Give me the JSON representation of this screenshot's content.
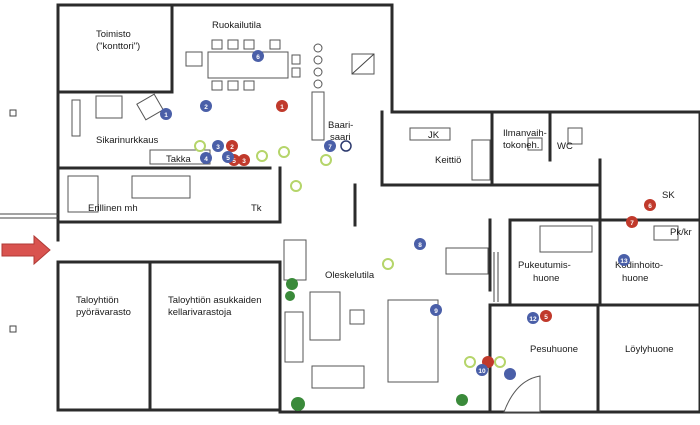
{
  "rooms": {
    "toimisto_line1": "Toimisto",
    "toimisto_line2": "(\"konttori\")",
    "ruokailutila": "Ruokailutila",
    "baari_line1": "Baari-",
    "baari_line2": "saari",
    "sikarinurkkaus": "Sikarinurkkaus",
    "takka": "Takka",
    "jk": "JK",
    "keittio": "Keittiö",
    "ilmanvaihto_line1": "Ilmanvaih-",
    "ilmanvaihto_line2": "tokoneh.",
    "wc": "WC",
    "sk": "SK",
    "pkkr": "Pk/kr",
    "erillinen": "Erillinen mh",
    "tk": "Tk",
    "oleskelutila": "Oleskelutila",
    "pukeutumis_line1": "Pukeutumis-",
    "pukeutumis_line2": "huone",
    "kodinhoito_line1": "Kodinhoito-",
    "kodinhoito_line2": "huone",
    "pyoravarasto_line1": "Taloyhtiön",
    "pyoravarasto_line2": "pyörävarasto",
    "kellari_line1": "Taloyhtiön asukkaiden",
    "kellari_line2": "kellarivarastoja",
    "pesuhuone": "Pesuhuone",
    "loylyhuone": "Löylyhuone"
  },
  "markers": {
    "red": [
      "1",
      "2",
      "3",
      "5",
      "6",
      "7",
      "5"
    ],
    "blue": [
      "1",
      "2",
      "3",
      "4",
      "5",
      "6",
      "7",
      "8",
      "9",
      "10",
      "12",
      "13"
    ],
    "colors": {
      "red": "#c0392b",
      "blue": "#4a5fa8",
      "green": "#b5d56a",
      "arrow": "#d9534f",
      "plant": "#3a8a3a"
    }
  }
}
